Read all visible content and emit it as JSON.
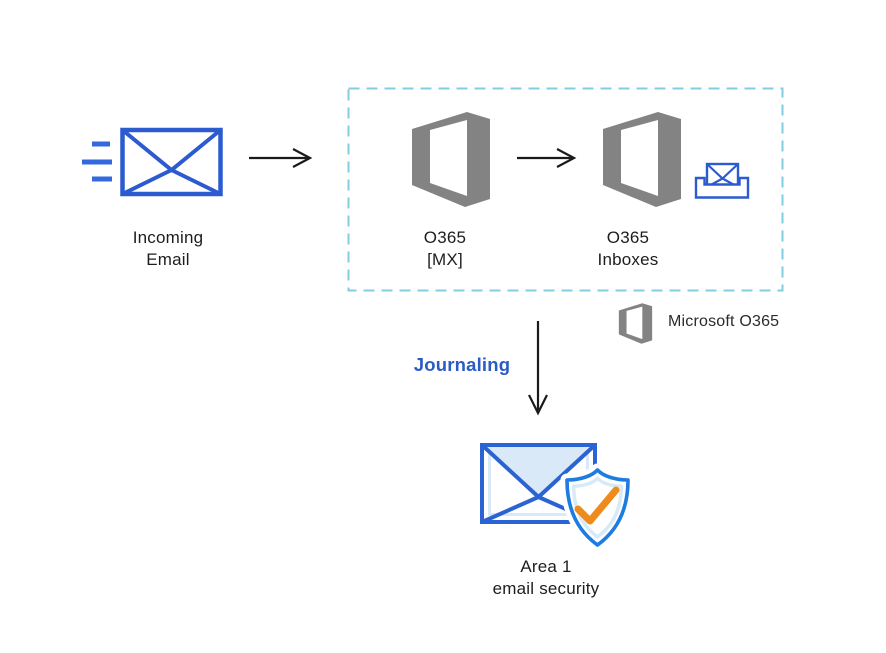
{
  "diagram": {
    "incoming": {
      "line1": "Incoming",
      "line2": "Email"
    },
    "o365_mx": {
      "line1": "O365",
      "line2": "[MX]"
    },
    "o365_inboxes": {
      "line1": "O365",
      "line2": "Inboxes"
    },
    "legend": {
      "label": "Microsoft O365"
    },
    "journaling_label": "Journaling",
    "area1": {
      "line1": "Area 1",
      "line2": "email security"
    }
  },
  "icons": [
    "incoming-email-icon",
    "arrow-right-icon",
    "o365-logo",
    "inbox-tray-icon",
    "office-logo-small",
    "arrow-down-icon",
    "area1-email-shield-icon"
  ],
  "colors": {
    "envelope_blue": "#2C5ACF",
    "speed_line_blue": "#3368DF",
    "office_gray": "#838383",
    "dashed_border": "#82CDE0",
    "journaling_blue": "#2B5BC4",
    "area_envelope_blue": "#2B64D2",
    "pale_blue": "#D9E9F7",
    "shield_blue": "#1E7CE0",
    "shield_band": "#D8EAF8",
    "check_orange": "#EF8A1D",
    "arrow_black": "#1A1A1A",
    "text_black": "#1D1D1D",
    "legend_text": "#2B2B2B"
  }
}
